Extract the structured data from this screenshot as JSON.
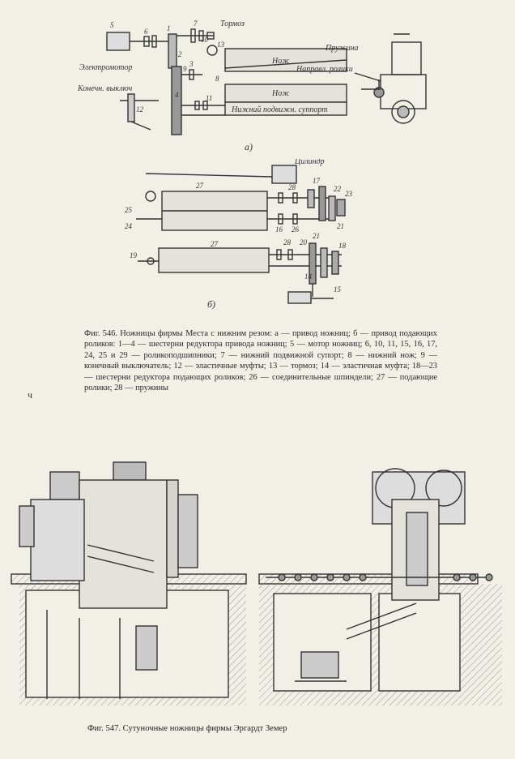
{
  "fig546": {
    "a": {
      "labels": {
        "electromotor": "Электромотор",
        "brake": "Тормоз",
        "knife": "Нож",
        "knife_lower": "Нож",
        "lower_support": "Нижний подвижн. суппорт",
        "limit_switch": "Конечн. выключ",
        "spring": "Пружина",
        "guide_rollers": "Направл. ролики"
      },
      "sub_label": "а)",
      "numbers": [
        "5",
        "6",
        "7",
        "1",
        "2",
        "3",
        "4",
        "8",
        "9",
        "10",
        "11",
        "12",
        "13"
      ]
    },
    "b": {
      "labels": {
        "cylinder": "Цилиндр"
      },
      "numbers_top": [
        "27",
        "28",
        "17",
        "22",
        "23",
        "21",
        "25",
        "24",
        "16",
        "26"
      ],
      "sub_label": "б)",
      "numbers_bottom": [
        "19",
        "27",
        "28",
        "20",
        "21",
        "18",
        "14",
        "15"
      ]
    },
    "caption": {
      "title": "Фиг. 546. Ножницы фирмы Места с нижним резом:",
      "text": "а — привод ножниц; б — привод подающих роликов: 1—4 — шестерни редуктора привода ножниц; 5 — мотор ножниц; 6, 10, 11, 15, 16, 17, 24, 25 и 29 — роликоподшипники; 7 — нижний подвижной супорт; 8 — нижний нож; 9 — конечный выключатель; 12 — эластичные муфты; 13 — тормоз; 14 — эластичная муфта; 18—23 — шестерни редуктора подающих роликов; 26 — соединительные шпиндели; 27 — подающие ролики; 28 — пружины"
    }
  },
  "margin_mark": "ч",
  "fig547": {
    "caption": "Фиг. 547. Сутуночные ножницы фирмы Эргардт Земер"
  }
}
